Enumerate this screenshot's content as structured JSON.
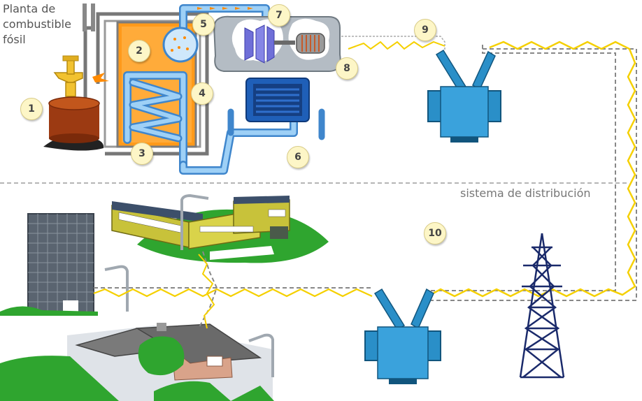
{
  "header": {
    "title_lines": [
      "Planta de",
      "combustible",
      "fósil"
    ]
  },
  "labels": {
    "distribution": "sistema de distribución"
  },
  "markers": [
    "1",
    "2",
    "3",
    "4",
    "5",
    "6",
    "7",
    "8",
    "9",
    "10"
  ],
  "colors": {
    "boiler_fill": "#ff9a1a",
    "water_pipe": "#5ea9e8",
    "transformer": "#2a8fc8",
    "power_line": "#f5d000",
    "pylon": "#1a2a6b",
    "marker_fill": "#fdf6c7"
  },
  "icons": [
    "fuel-tank-icon",
    "burner-icon",
    "turbine-icon",
    "generator-icon",
    "condenser-icon",
    "transformer-icon",
    "pylon-icon",
    "office-tower-icon",
    "factory-icon",
    "house-icon",
    "street-lamp-icon"
  ]
}
